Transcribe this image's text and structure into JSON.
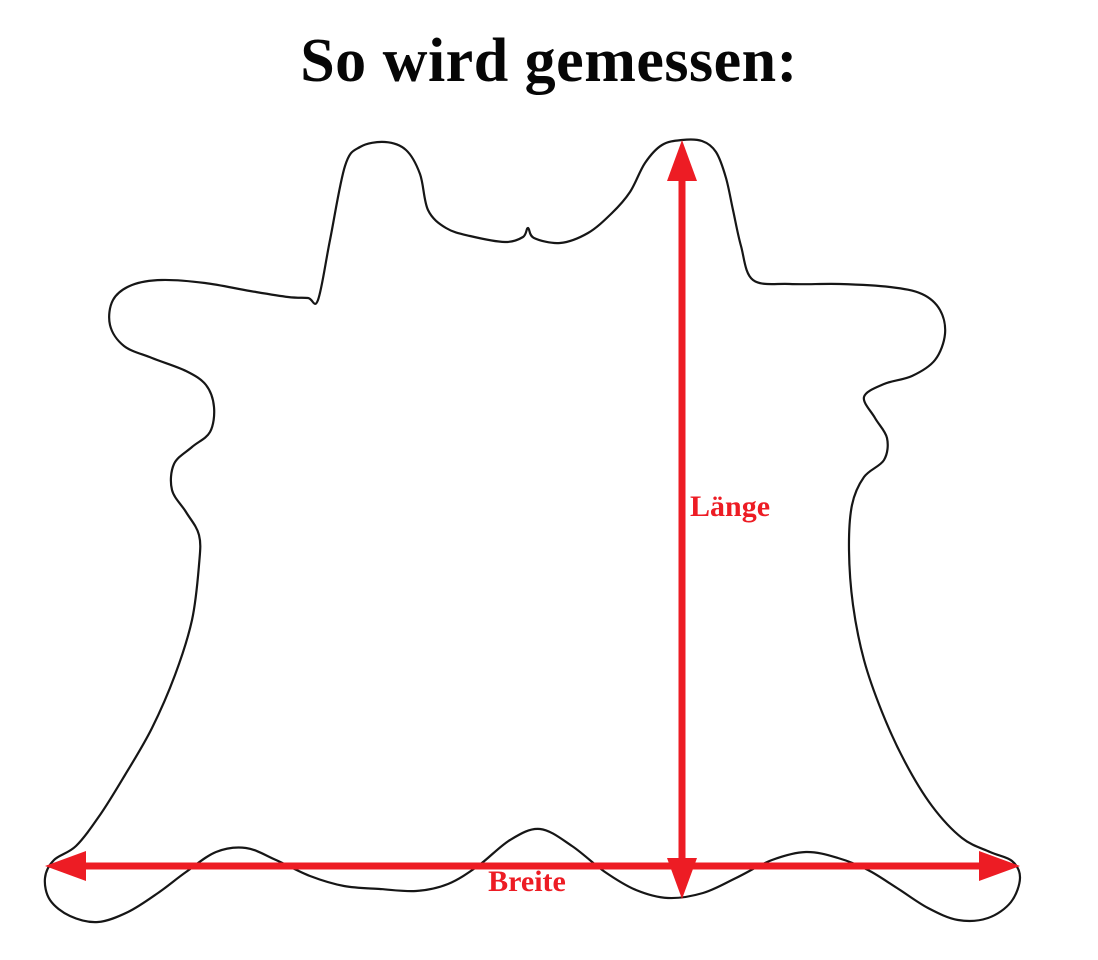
{
  "title": "So wird gemessen:",
  "labels": {
    "length": "Länge",
    "width": "Breite"
  },
  "colors": {
    "arrow": "#ed1c24",
    "outline": "#161616",
    "background": "#ffffff"
  }
}
